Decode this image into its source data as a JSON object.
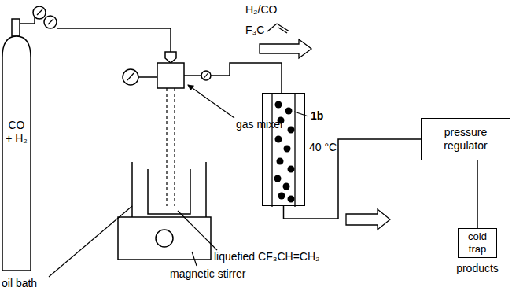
{
  "diagram": {
    "nodes": [
      {
        "text": [
          "CO + H₂"
        ]
      },
      {
        "text": [
          "1b",
          "40 °C"
        ]
      },
      {
        "text": [
          "pressure regulator"
        ]
      },
      {
        "text": [
          "cold trap",
          "products"
        ]
      }
    ],
    "edges": [
      {
        "from": 1,
        "to": 2,
        "arrow": "none"
      },
      {
        "from": 2,
        "to": 3,
        "arrow": "none"
      }
    ],
    "labels": [
      "H₂/CO",
      "F₃C",
      "gas mixer",
      "liquefied CF₃CH=CH₂",
      "oil bath",
      "magnetic stirrer"
    ]
  }
}
